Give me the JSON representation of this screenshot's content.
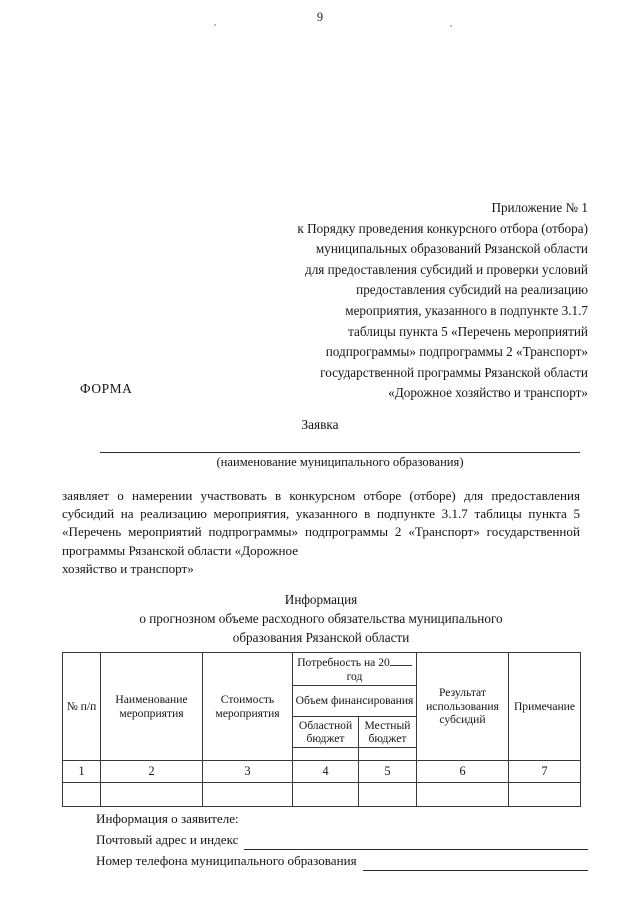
{
  "document": {
    "page_number": "9",
    "appendix_header": [
      "Приложение № 1",
      "к Порядку проведения конкурсного отбора (отбора)",
      "муниципальных образований Рязанской области",
      "для предоставления субсидий и проверки условий",
      "предоставления субсидий на реализацию",
      "мероприятия, указанного в подпункте 3.1.7",
      "таблицы пункта 5 «Перечень мероприятий",
      "подпрограммы» подпрограммы 2 «Транспорт»",
      "государственной программы Рязанской области",
      "«Дорожное хозяйство и транспорт»"
    ],
    "forma_label": "ФОРМА",
    "title": "Заявка",
    "fill_caption": "(наименование муниципального образования)",
    "body_paragraph": "заявляет о намерении участвовать в конкурсном отборе (отборе) для предоставления субсидий на реализацию мероприятия, указанного в подпункте 3.1.7 таблицы пункта 5 «Перечень мероприятий подпрограммы» подпрограммы 2 «Транспорт» государственной программы Рязанской области «Дорожное",
    "body_paragraph_last_line": "хозяйство и транспорт»",
    "info_heading": [
      "Информация",
      "о прогнозном объеме расходного обязательства муниципального",
      "образования Рязанской области"
    ],
    "table": {
      "headers": {
        "col1": "№ п/п",
        "col2": "Наименование мероприятия",
        "col3": "Стоимость мероприятия",
        "col4_group": "Потребность на 20",
        "col4_group_suffix": "год",
        "col4_sub_group": "Объем финансирования",
        "col4_sub_a": "Областной бюджет",
        "col4_sub_b": "Местный бюджет",
        "col5": "Результат использования субсидий",
        "col6": "Примечание"
      },
      "number_row": [
        "1",
        "2",
        "3",
        "4",
        "5",
        "6",
        "7"
      ],
      "empty_rows": 1
    },
    "applicant": {
      "heading": "Информация о заявителе:",
      "address_label": "Почтовый адрес и индекс",
      "phone_label": "Номер телефона муниципального образования"
    }
  }
}
